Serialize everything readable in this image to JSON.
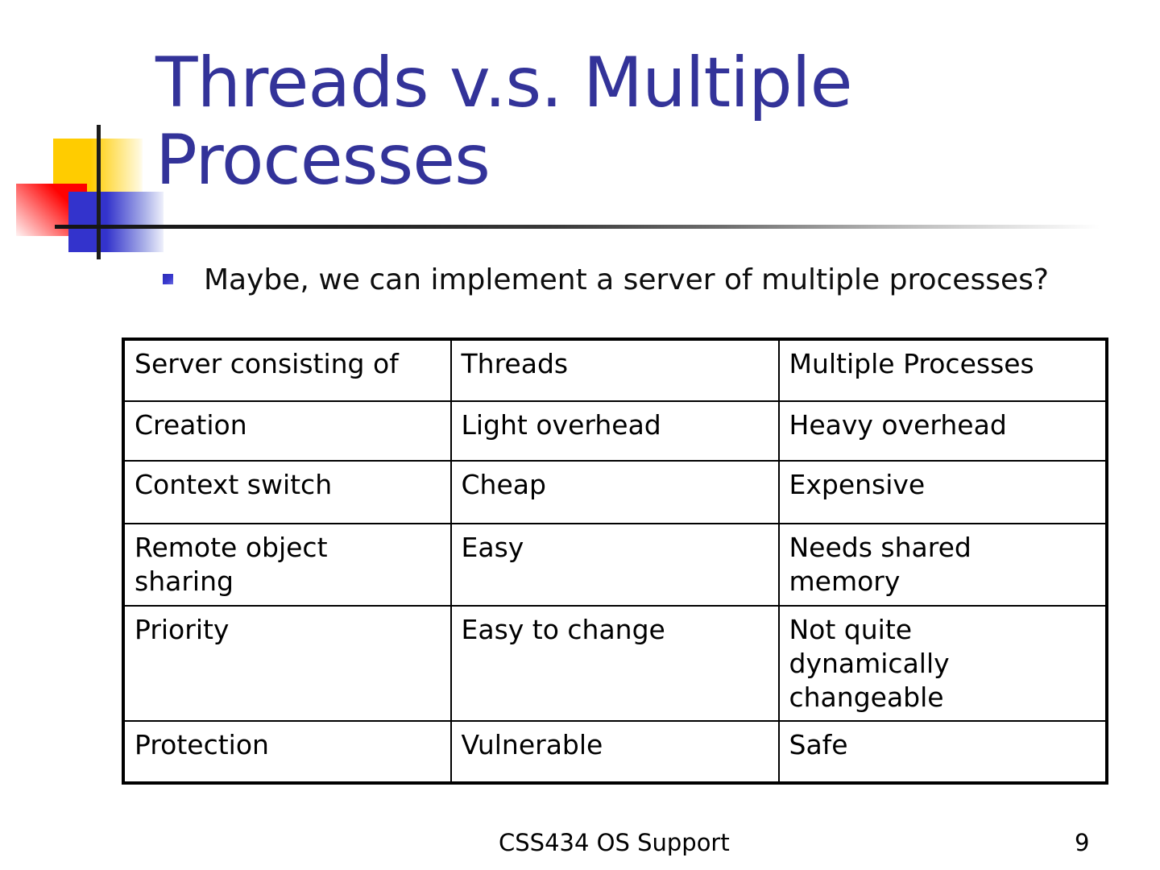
{
  "slide": {
    "title": {
      "line1": "Threads v.s. Multiple",
      "line2": "Processes",
      "full": "Threads v.s. Multiple Processes"
    },
    "bullet": {
      "text": "Maybe, we can implement a server of multiple processes?"
    },
    "table": {
      "columns": [
        "Server consisting of",
        "Threads",
        "Multiple Processes"
      ],
      "rows": [
        [
          "Creation",
          "Light overhead",
          "Heavy overhead"
        ],
        [
          "Context switch",
          "Cheap",
          "Expensive"
        ],
        [
          "Remote object sharing",
          "Easy",
          "Needs shared memory"
        ],
        [
          "Priority",
          "Easy to change",
          "Not quite dynamically changeable"
        ],
        [
          "Protection",
          "Vulnerable",
          "Safe"
        ]
      ]
    },
    "footer": {
      "course": "CSS434 OS Support",
      "page_number": "9"
    },
    "colors": {
      "title_text": "#333399",
      "body_text": "#000000",
      "bullet_square": "#3333CC",
      "accent_yellow": "#FFCC00",
      "accent_red": "#FF0000",
      "accent_blue": "#3333CC",
      "table_border": "#000000",
      "background": "#FFFFFF"
    }
  }
}
